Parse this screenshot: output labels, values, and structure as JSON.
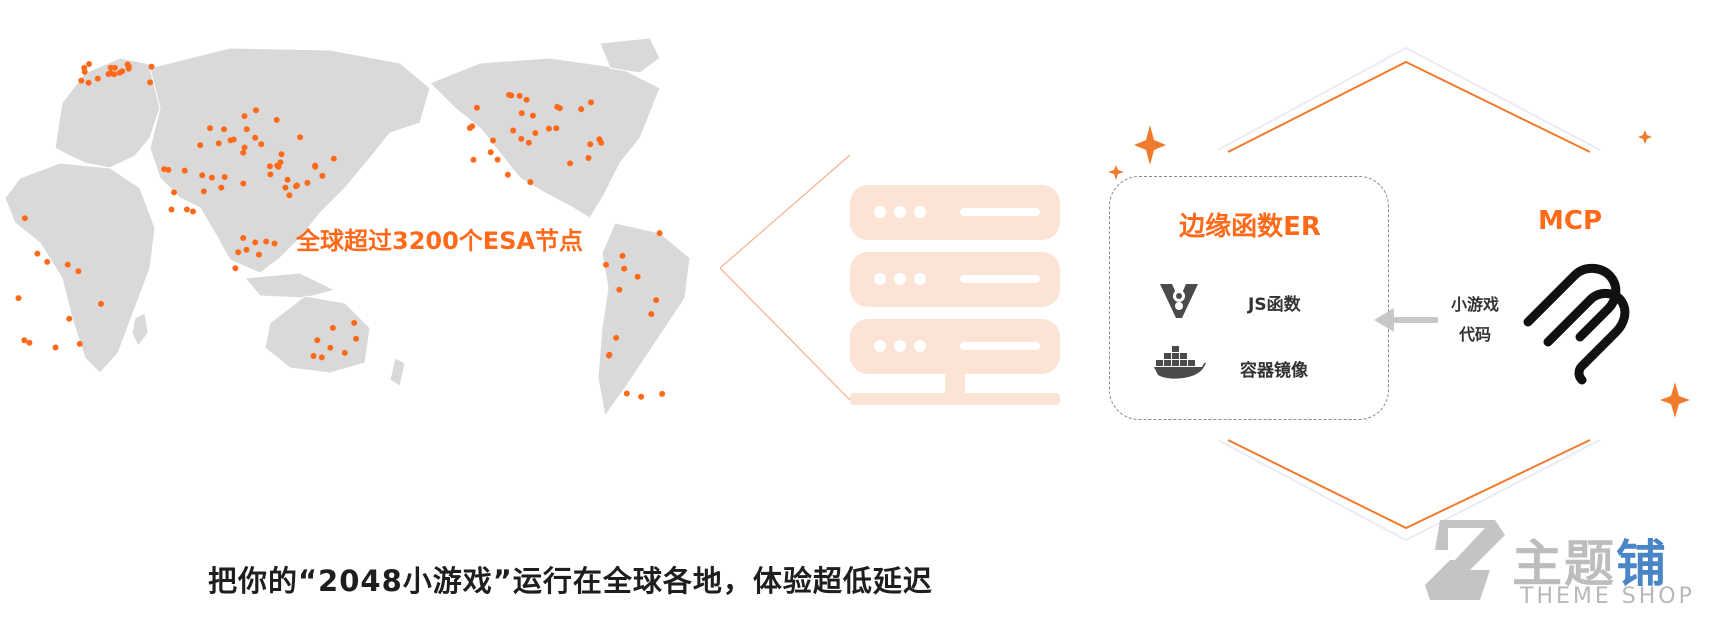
{
  "map": {
    "label": "全球超过3200个ESA节点"
  },
  "er_box": {
    "title": "边缘函数ER",
    "items": [
      {
        "label": "JS函数",
        "icon": "v8-engine-icon"
      },
      {
        "label": "容器镜像",
        "icon": "docker-whale-icon"
      }
    ]
  },
  "mcp": {
    "title": "MCP",
    "icon": "mcp-logo-icon"
  },
  "arrow": {
    "line1": "小游戏",
    "line2": "代码"
  },
  "caption": "把你的“2048小游戏”运行在全球各地，体验超低延迟",
  "watermark": {
    "title_a": "主题",
    "title_b": "铺",
    "subtitle": "THEME SHOP"
  },
  "colors": {
    "accent": "#ff6a1a",
    "map": "#d9d9d9",
    "server": "#fbe3d6",
    "text": "#1e1e1e"
  }
}
